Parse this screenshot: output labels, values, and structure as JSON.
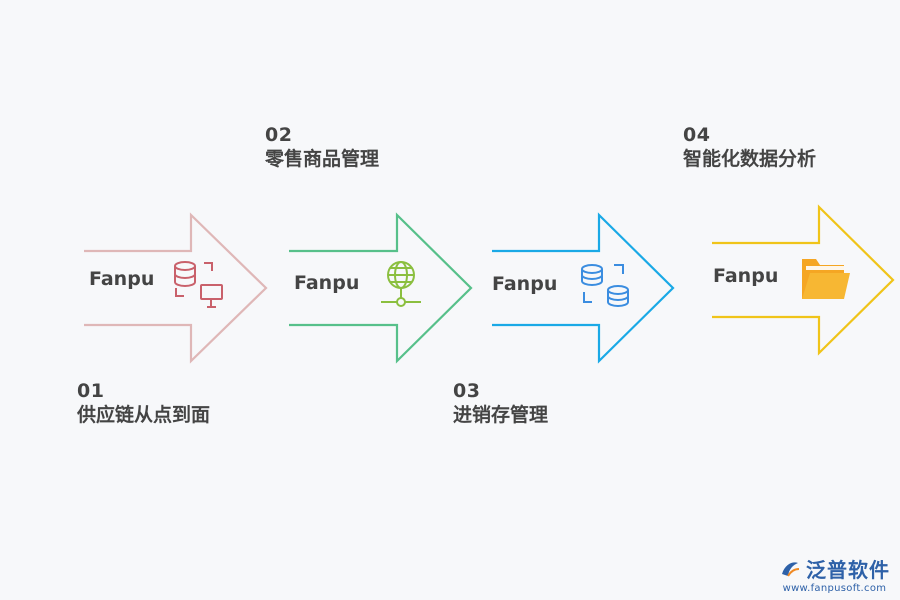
{
  "steps": [
    {
      "num": "01",
      "title": "供应链从点到面",
      "brand": "Fanpu",
      "icon": "database-monitor-icon",
      "color": "#dfb7b7",
      "icon_color": "#c9616b"
    },
    {
      "num": "02",
      "title": "零售商品管理",
      "brand": "Fanpu",
      "icon": "globe-network-icon",
      "color": "#57c08a",
      "icon_color": "#8bbf3f"
    },
    {
      "num": "03",
      "title": "进销存管理",
      "brand": "Fanpu",
      "icon": "database-sync-icon",
      "color": "#1aa9e6",
      "icon_color": "#3b8de0"
    },
    {
      "num": "04",
      "title": "智能化数据分析",
      "brand": "Fanpu",
      "icon": "folder-icon",
      "color": "#f0c419",
      "icon_color": "#f5a623"
    }
  ],
  "footer": {
    "logo_text": "泛普软件",
    "url": "www.fanpusoft.com"
  }
}
